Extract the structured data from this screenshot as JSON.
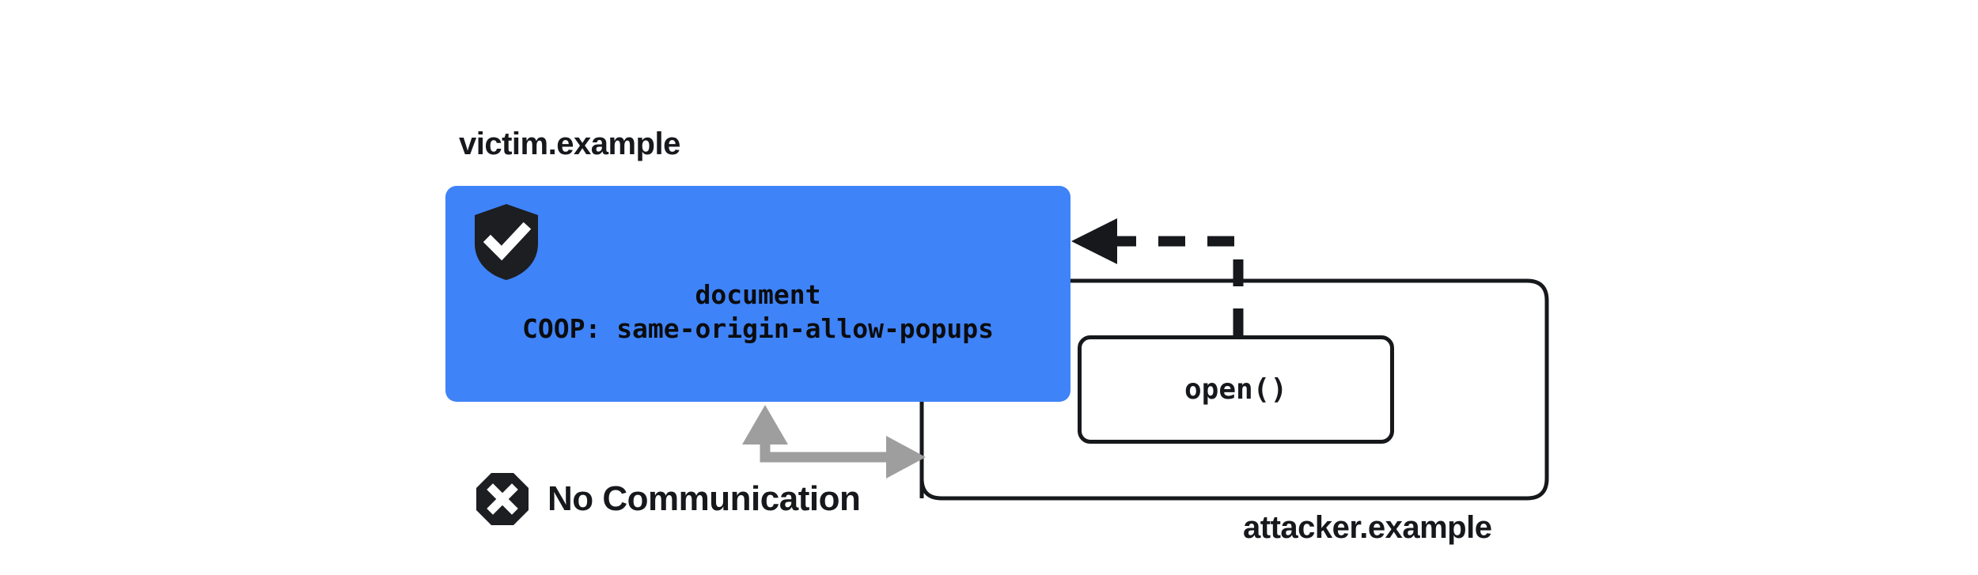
{
  "diagram": {
    "title": "COOP same-origin-allow-popups isolation",
    "colors": {
      "accent_blue": "#3f83f8",
      "ink": "#16181c",
      "gray_arrow": "#9e9e9e",
      "background": "#ffffff"
    },
    "victim": {
      "origin_label": "victim.example",
      "shield_icon": "shield-check-icon",
      "document_label": "document",
      "coop_header": "COOP: same-origin-allow-popups"
    },
    "attacker": {
      "origin_label": "attacker.example",
      "popup_call_label": "open()"
    },
    "annotations": {
      "no_communication_label": "No Communication",
      "no_communication_icon": "octagon-x-icon",
      "open_arrow_name": "dashed-open-arrow",
      "blocked_arrow_name": "gray-blocked-arrow"
    }
  }
}
